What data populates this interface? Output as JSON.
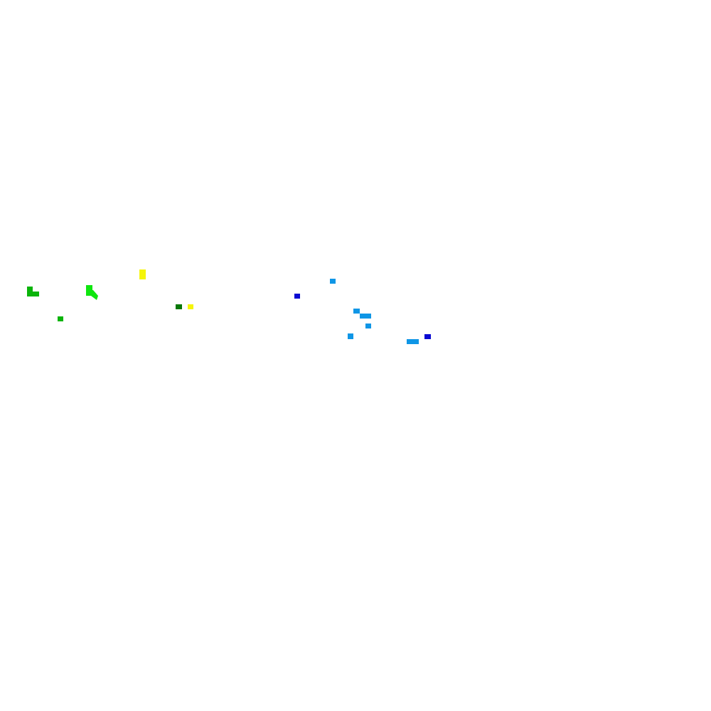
{
  "background_color": "#ffffff",
  "palette": {
    "green": "#0ab40a",
    "bright_green": "#0fe60f",
    "dark_green": "#087808",
    "yellow": "#f5f50a",
    "light_blue": "#0f96e6",
    "blue": "#0a0ad2"
  },
  "marks": [
    {
      "color": "green"
    },
    {
      "color": "green"
    },
    {
      "color": "green"
    },
    {
      "color": "bright_green"
    },
    {
      "color": "bright_green"
    },
    {
      "color": "yellow"
    },
    {
      "color": "dark_green"
    },
    {
      "color": "yellow"
    },
    {
      "color": "blue"
    },
    {
      "color": "light_blue"
    },
    {
      "color": "light_blue"
    },
    {
      "color": "light_blue"
    },
    {
      "color": "light_blue"
    },
    {
      "color": "light_blue"
    },
    {
      "color": "light_blue"
    },
    {
      "color": "blue"
    }
  ]
}
